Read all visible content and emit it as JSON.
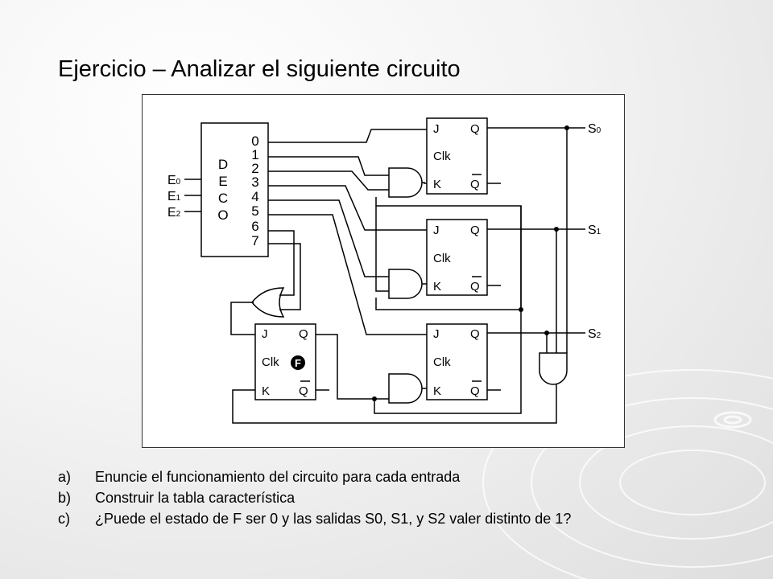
{
  "title": "Ejercicio – Analizar el siguiente circuito",
  "circuit": {
    "decoder": {
      "letters": [
        "D",
        "E",
        "C",
        "O"
      ],
      "output_numbers": [
        "0",
        "1",
        "2",
        "3",
        "4",
        "5",
        "6",
        "7"
      ],
      "inputs": [
        {
          "letter": "E",
          "sub": "0"
        },
        {
          "letter": "E",
          "sub": "1"
        },
        {
          "letter": "E",
          "sub": "2"
        }
      ]
    },
    "flipflop_pins": {
      "j": "J",
      "q": "Q",
      "clk": "Clk",
      "k": "K",
      "qbar": "Q"
    },
    "flipflop_f_label": "F",
    "outputs": [
      {
        "letter": "S",
        "sub": "0"
      },
      {
        "letter": "S",
        "sub": "1"
      },
      {
        "letter": "S",
        "sub": "2"
      }
    ]
  },
  "questions": [
    {
      "marker": "a)",
      "text": "Enuncie el funcionamiento del circuito para cada entrada"
    },
    {
      "marker": "b)",
      "text": "Construir la tabla característica"
    },
    {
      "marker": "c)",
      "text": "¿Puede el estado de F ser 0 y las salidas S0, S1, y S2 valer distinto de 1?"
    }
  ],
  "colors": {
    "background": "#ececec",
    "ink": "#000000",
    "frame": "#ffffff"
  }
}
